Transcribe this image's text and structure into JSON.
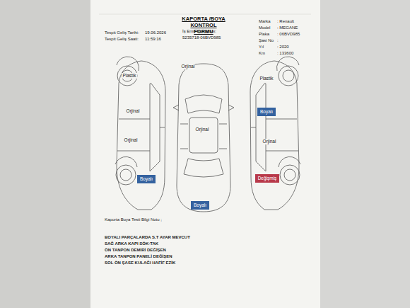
{
  "diagram": {
    "title": "KAPORTA /BOYA KONTROL FORMU",
    "nodes": [
      {
        "text": [
          "Boyalı"
        ]
      },
      {
        "text": [
          "Boyalı"
        ]
      },
      {
        "text": [
          "Değişmiş"
        ]
      },
      {
        "text": [
          "Boyalı"
        ]
      }
    ],
    "labels": [
      "Tespit Geliş Tarihi:",
      "19.06.2026",
      "Tespit Geliş Saati:",
      "11:59:16",
      "İş Emri Numarası:",
      "5235718-06BVD985",
      "Marka",
      ": Renault",
      "Model",
      ": MEGANE",
      "Plaka",
      ": 06BVD985",
      "Şasi No",
      ":",
      "Yıl",
      ": 2020",
      "Km",
      ": 133600",
      "Plastik",
      "Orjinal",
      "Orjinal",
      "Orjinal",
      "Orjinal",
      "Plastik",
      "Orjinal",
      "Kaporta Boya Testi Bilgi Notu ;",
      "BOYALI PARÇALARDA S.T AYAR MEVCUT",
      "SAĞ ARKA KAPI SÖK-TAK",
      "ÖN TANPON DEMİRİ DEĞİŞEN",
      "ARKA TANPON PANELİ DEĞİŞEN",
      "SOL ÖN ŞASE KULAĞI HAFİF EZİK"
    ]
  }
}
